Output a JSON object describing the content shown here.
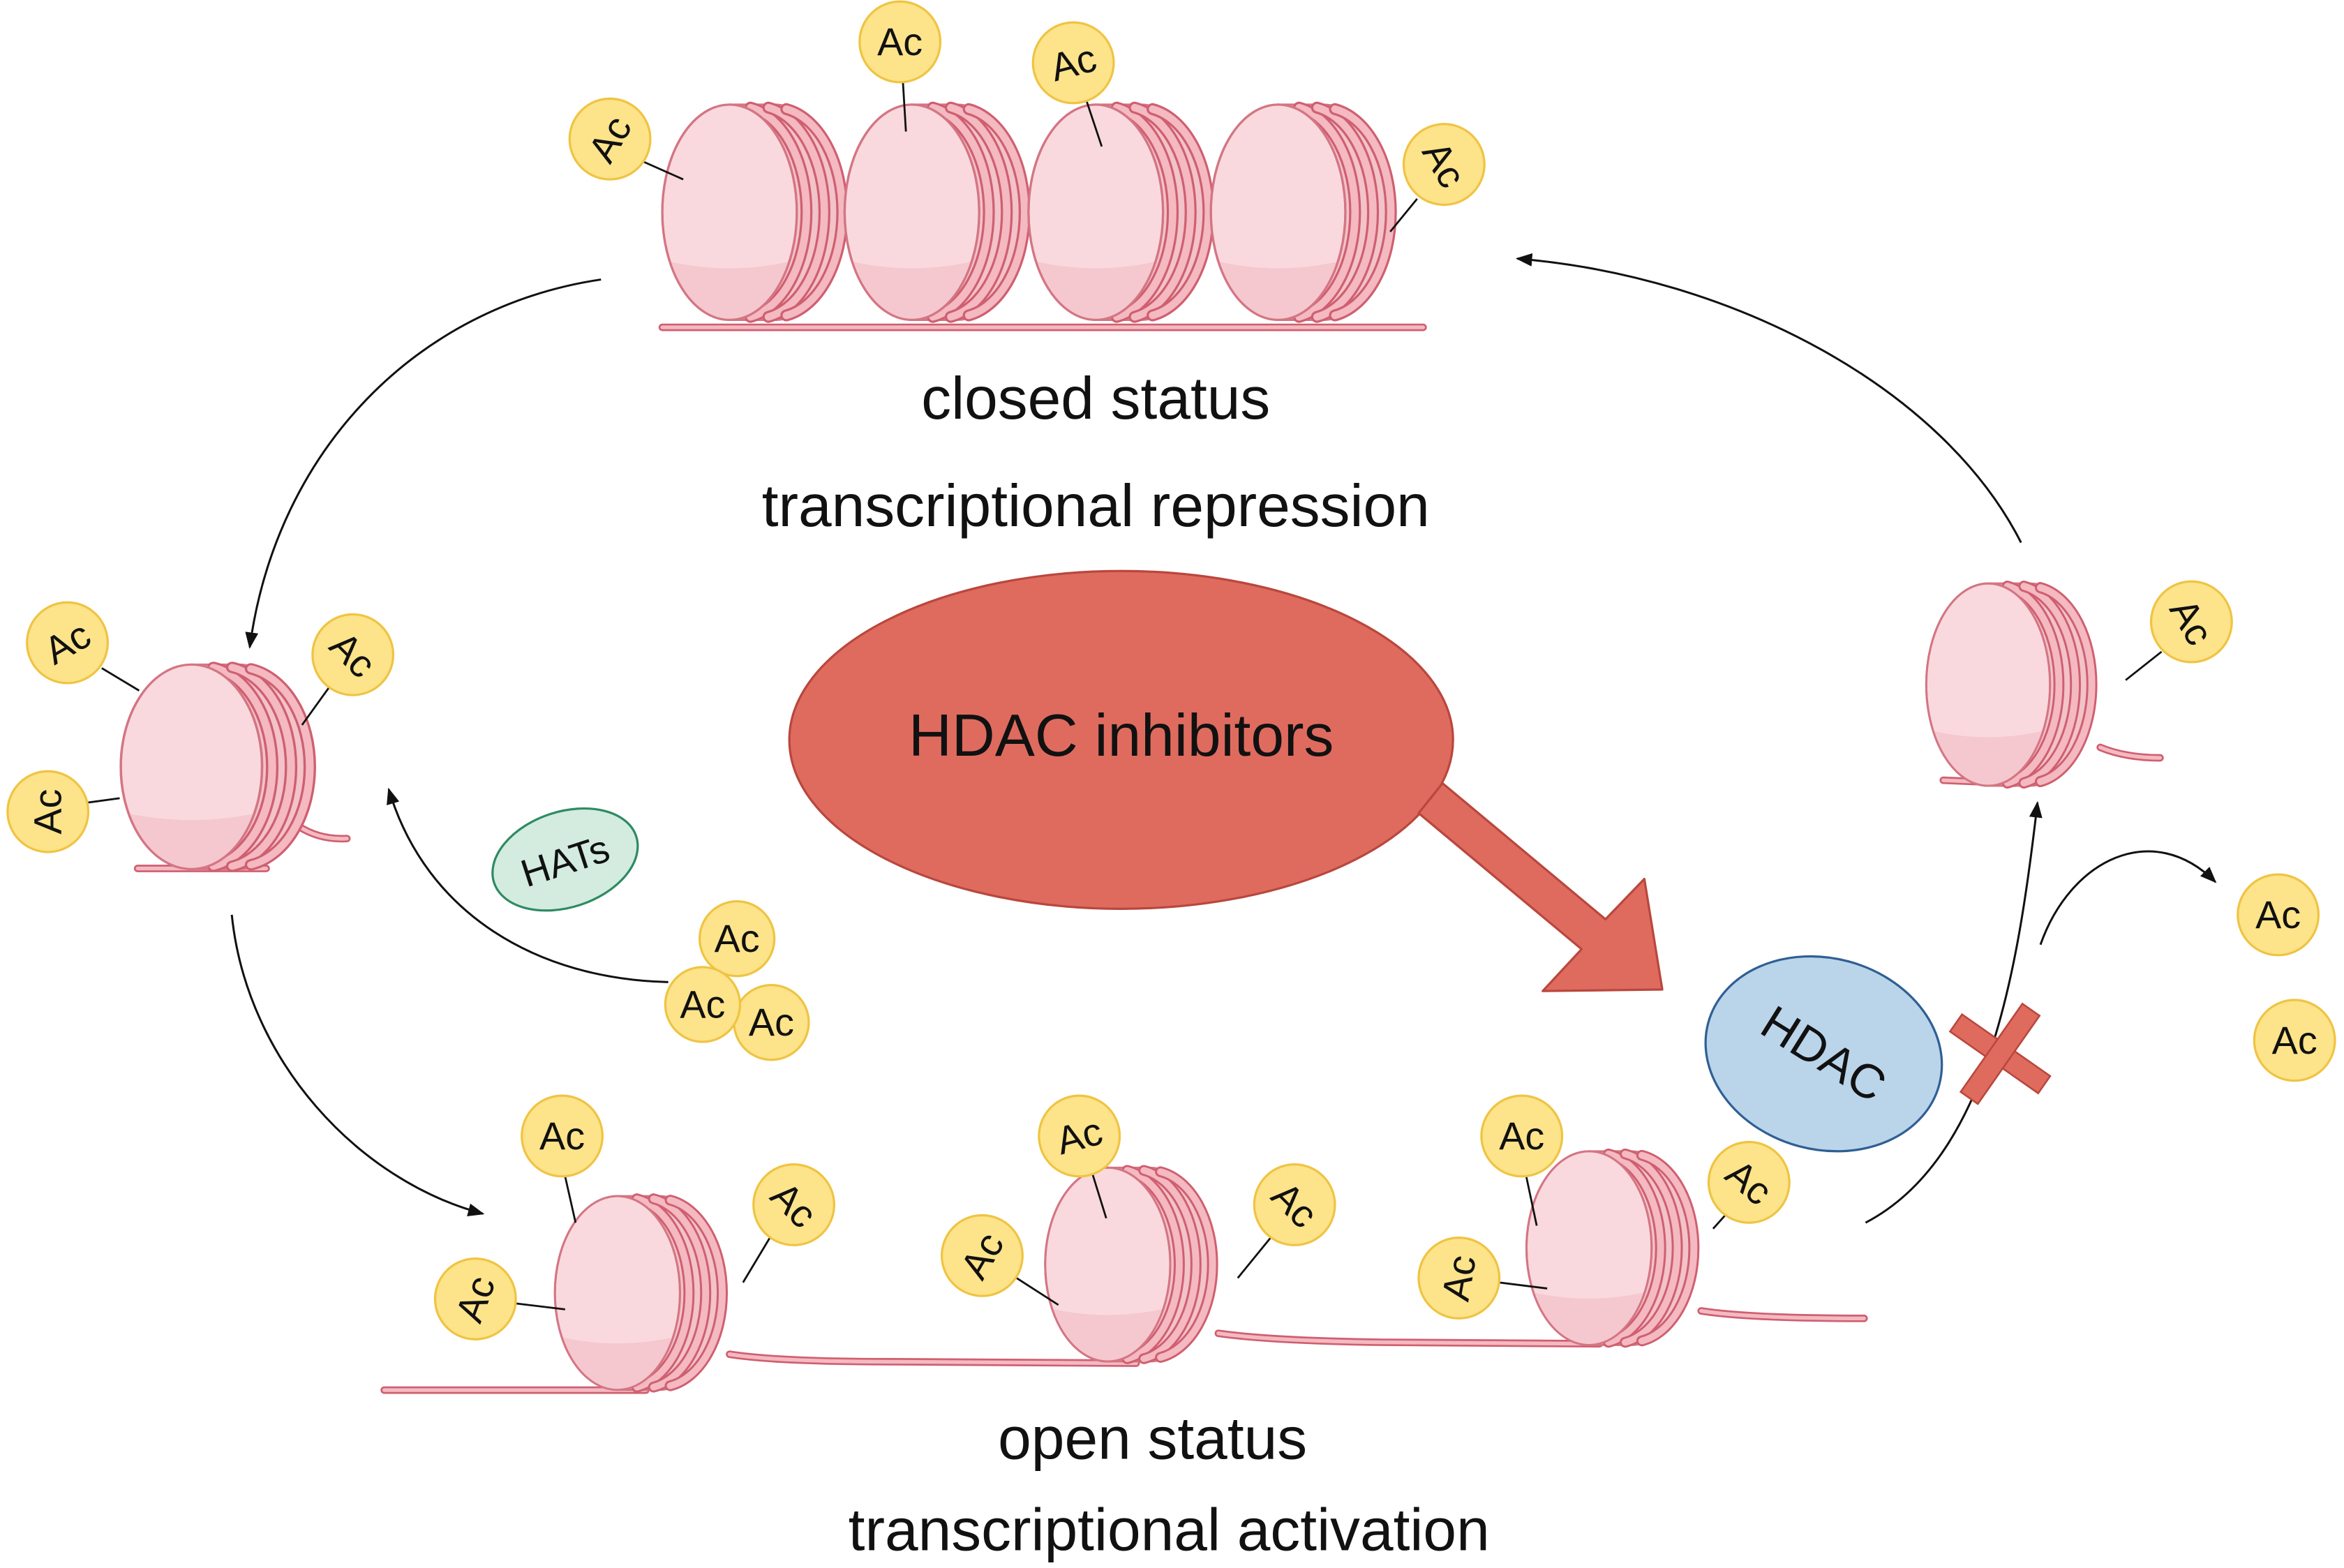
{
  "diagram": {
    "closed_state": {
      "status": "closed status",
      "effect": "transcriptional repression"
    },
    "open_state": {
      "status": "open status",
      "effect": "transcriptional activation"
    },
    "drug": "HDAC inhibitors",
    "writer_enzyme": "HATs",
    "eraser_enzyme": "HDAC",
    "acetyl_label": "Ac"
  },
  "colors": {
    "drug": "#df6b5f",
    "writer_enzyme": "#d4ebe0",
    "eraser_enzyme": "#bad4ea",
    "acetyl": "#fde38a",
    "nucleosome": "#f9d9dd"
  }
}
